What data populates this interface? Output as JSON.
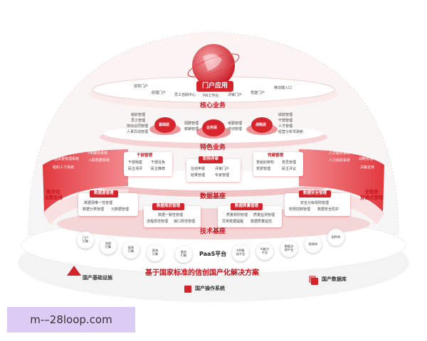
{
  "sections": {
    "portal": "门户应用",
    "core": "核心业务",
    "special": "特色业务",
    "data": "数据基座",
    "tech": "技术基座"
  },
  "portal_items": [
    "领导门户",
    "经理门户",
    "员工自助中心",
    "HR工作台",
    "评审门户",
    "党建门户",
    "移动端入口"
  ],
  "core": {
    "left_list": [
      "组织管理",
      "员工管理",
      "劳动合同管理",
      "人事异动管理"
    ],
    "left_hub": "基础层",
    "mid_list_a": [
      "招聘管理",
      "薪酬管理"
    ],
    "mid_hub": "业务层",
    "mid_list_b": [
      "考勤管理",
      "培训管理"
    ],
    "right_hub": "战略层",
    "right_list": [
      "绩效管理",
      "干部管理",
      "人才管理",
      "经营分析驾驶舱"
    ]
  },
  "special": {
    "cadre": {
      "title": "干部管理",
      "items": [
        "干部档案",
        "干部任免",
        "民主测评",
        "民主推荐"
      ]
    },
    "title_eval": {
      "title": "职称评审",
      "items": [
        "在线申报",
        "评审门户",
        "结果管理",
        "专家管理"
      ]
    },
    "party": {
      "title": "党建管理",
      "items": [
        "党组织架构",
        "党员管理",
        "党费管理",
        "民主评议"
      ]
    }
  },
  "data_base": {
    "source": {
      "title": "数据源管理",
      "items": [
        "数据源唯一性管理",
        "数据分类管理",
        "元数据管理"
      ]
    },
    "standard": {
      "title": "数据规范管理",
      "items": [
        "数据一致性管理",
        "流程规范管理",
        "接口规范管理"
      ]
    },
    "quality": {
      "title": "数据质量管理",
      "items": [
        "质量规则管理",
        "质量监测管理",
        "异常数据提醒",
        "数据质量监控"
      ]
    },
    "security": {
      "title": "数据安全管理",
      "items": [
        "安全分级规则管理",
        "权限控制管理",
        "数据安全防护"
      ]
    }
  },
  "left_band": [
    "国资委管理系统",
    "HR服务系统",
    "组织人才系统",
    "入职数据系统",
    "数字化",
    "决策支持"
  ],
  "right_band": [
    "人才服务系统",
    "战略管理",
    "人力绩效系统",
    "决策支持",
    "全链条",
    "穿透式管理"
  ],
  "tech_items": [
    "门户\n引擎",
    "流程\n引擎",
    "规则\n引擎",
    "表单\n引擎",
    "服务\n引擎",
    "API集\n成平台",
    "AI能力\n平台",
    "数据治\n理平台",
    "报表库",
    "组件库"
  ],
  "paas": "PaaS平台",
  "bottom": {
    "title": "基于国家标准的信创国产化解决方案",
    "infra": "国产基础设施",
    "os": "国产操作系统",
    "db": "国产数据库"
  },
  "watermark": "m-–28loop.com",
  "colors": {
    "primary": "#d4232b",
    "deep": "#c8141e",
    "light": "#f7dfe0"
  }
}
